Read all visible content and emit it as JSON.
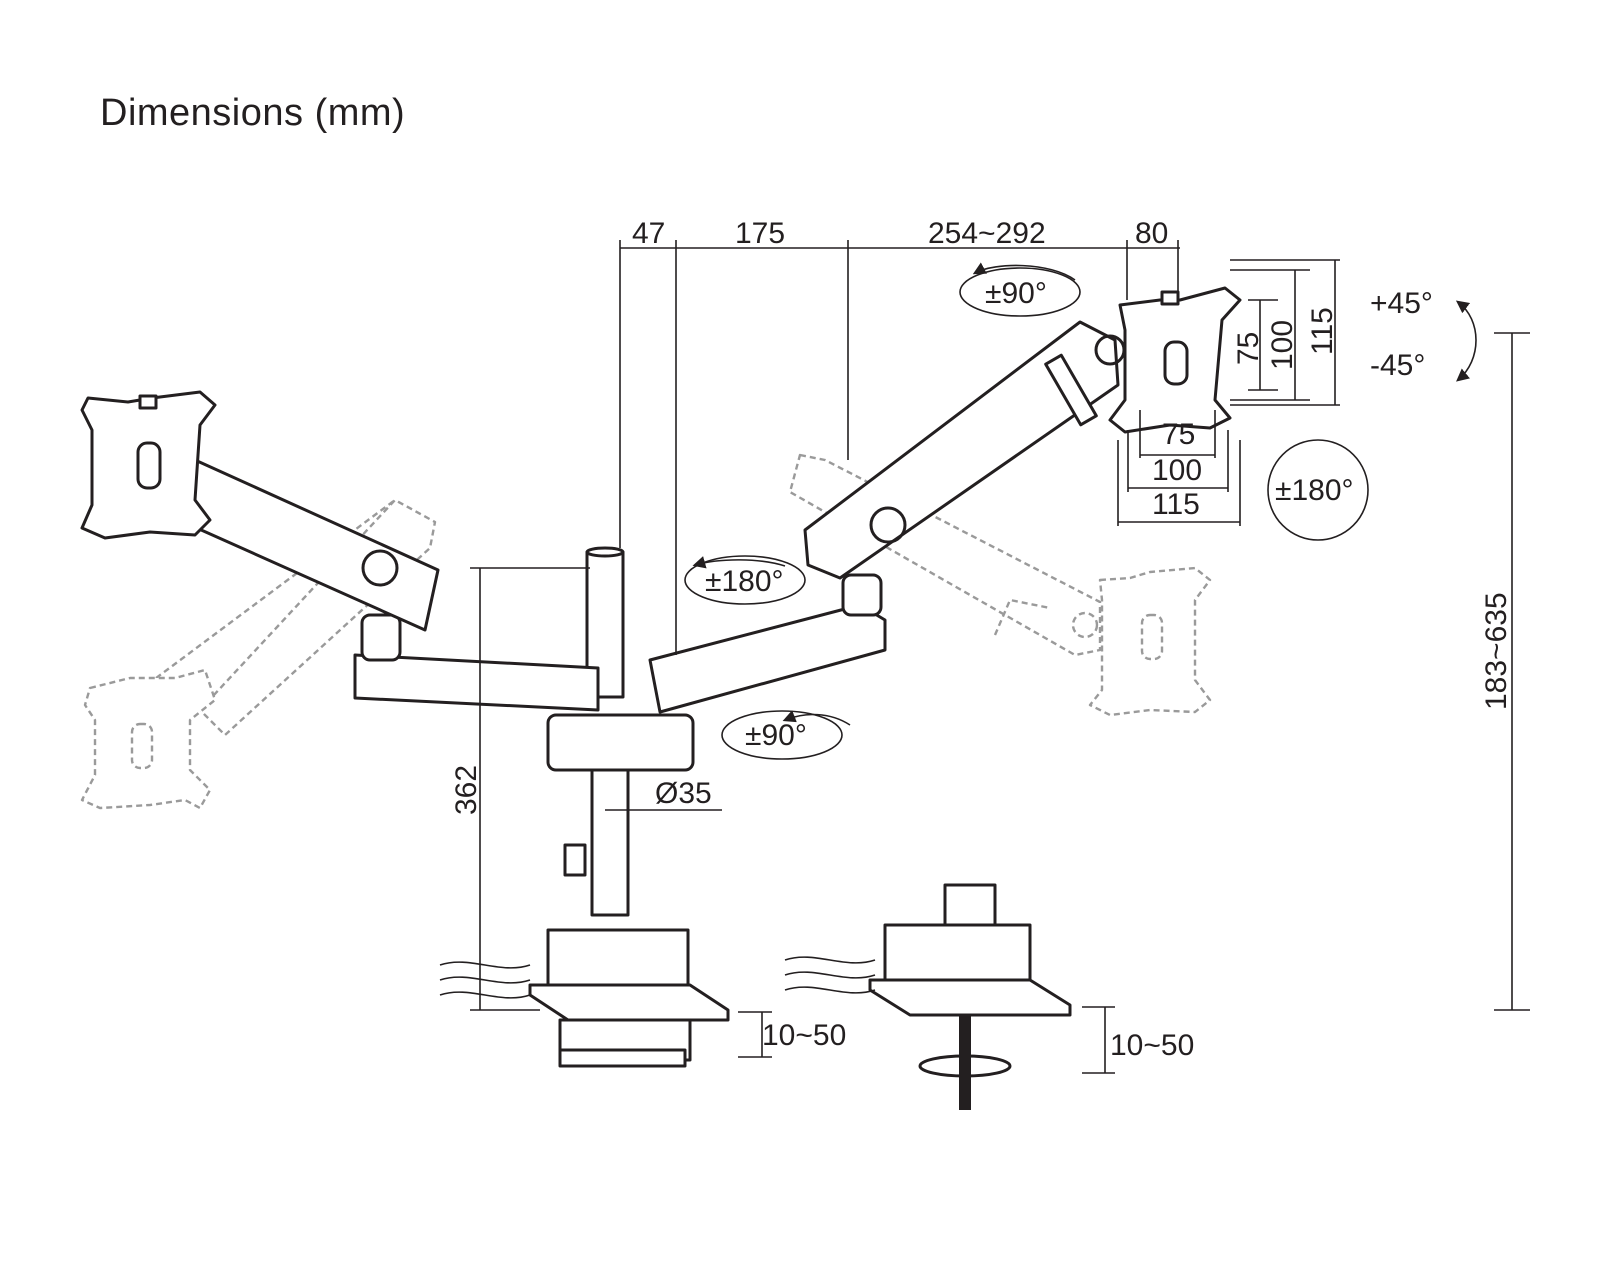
{
  "title": "Dimensions (mm)",
  "dimensions": {
    "d47": "47",
    "d175": "175",
    "reach": "254~292",
    "d80": "80",
    "tilt_up": "+45°",
    "tilt_down": "-45°",
    "vesa_v75": "75",
    "vesa_v100": "100",
    "vesa_v115": "115",
    "vesa_h75": "75",
    "vesa_h100": "100",
    "vesa_h115": "115",
    "rot_top": "±90°",
    "rot_plate": "±180°",
    "rot_arm": "±180°",
    "rot_base": "±90°",
    "pole_dia": "Ø35",
    "pole_height": "362",
    "total_height": "183~635",
    "clamp_range": "10~50",
    "grommet_range": "10~50"
  },
  "colors": {
    "line": "#231f20",
    "ghost": "#9a9a9a"
  }
}
